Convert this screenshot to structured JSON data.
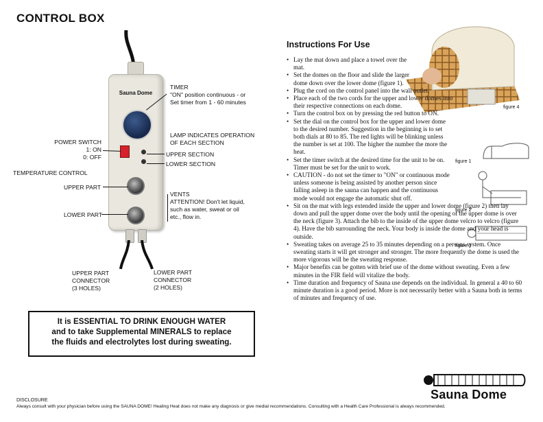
{
  "title": "CONTROL BOX",
  "box_labels": {
    "brand": "Sauna Dome"
  },
  "callouts": {
    "timer": [
      "TIMER",
      "\"ON\" position continuous - or",
      "Set timer from 1 - 60 minutes"
    ],
    "lamp": [
      "LAMP INDICATES OPERATION",
      "OF EACH SECTION"
    ],
    "upper_section": "UPPER SECTION",
    "lower_section": "LOWER SECTION",
    "power_switch": [
      "POWER SWITCH",
      "1: ON",
      "0: OFF"
    ],
    "temperature_control": "TEMPERATURE CONTROL",
    "upper_part": "UPPER PART",
    "lower_part": "LOWER PART",
    "vents": [
      "VENTS",
      "ATTENTION! Don't let liquid,",
      "such as water, sweat or oil",
      "etc., flow in."
    ],
    "upper_connector": [
      "UPPER PART",
      "CONNECTOR",
      "(3 HOLES)"
    ],
    "lower_connector": [
      "LOWER PART",
      "CONNECTOR",
      "(2 HOLES)"
    ]
  },
  "essential": [
    "It is ESSENTIAL TO DRINK ENOUGH WATER",
    "and to take Supplemental MINERALS to replace",
    "the fluids and electrolytes lost during sweating."
  ],
  "disclosure": {
    "title": "DISCLOSURE",
    "text": "Always consult with your physician before using the SAUNA DOME! Healing Heat does not make any diagnosis or give medial recommendations. Consulting with a Health Care Professional is always recommended."
  },
  "instructions": {
    "title": "Instructions For Use",
    "items": [
      "Lay the mat down and place a towel over the mat.",
      "Set the domes on the floor and slide the larger dome down over the lower dome (figure 1).",
      "Plug the cord on the control panel into the wall outlet.",
      "Place each of the two cords for the upper and lower domes into their respective connections on each dome.",
      "Turn the control box on by pressing the red button to ON.",
      "Set the dial on the control box for the upper and lower dome to the desired number. Suggestion in the beginning is to set both dials at 80 to 85. The red lights will be blinking unless the number is set at 100. The higher the number the more the heat.",
      "Set the timer switch at the desired time for the unit to be on. Timer must be set for the unit to work.",
      "CAUTION - do not set the timer to \"ON\" or continuous mode unless someone is being assisted by another person since falling asleep in the sauna can happen and the continuous mode would not engage the automatic shut off.",
      "Sit on the mat with legs extended inside the upper and lower dome (figure 2) then lay down and pull the upper dome over the body until the opening of the upper dome is over the neck (figure 3). Attach the bib to the inside of the upper dome velcro to velcro (figure 4). Have the bib surrounding the neck. Your body is inside the dome and your head is outside.",
      "Sweating takes on average 25 to 35 minutes depending on a persons system. Once sweating starts it will get stronger and stronger. The more frequently the dome is used the more vigorous will be the sweating response.",
      "Major benefits can be gotten with brief use of the dome without sweating. Even a few minutes in the FIR field will vitalize the body.",
      "Time duration and frequency of Sauna use depends on the individual. In general a 40 to 60 minute duration is a good period. More is not necessarily better with a Sauna both in terms of minutes and frequency of use."
    ]
  },
  "figures": {
    "fig1": "figure 1",
    "fig2": "figure 2",
    "fig3": "figure 3",
    "fig4": "figure 4"
  },
  "logo": "Sauna Dome",
  "colors": {
    "power_button": "#d6222a",
    "dial": "#1f3560",
    "mat_pattern": "#c98a3c"
  }
}
